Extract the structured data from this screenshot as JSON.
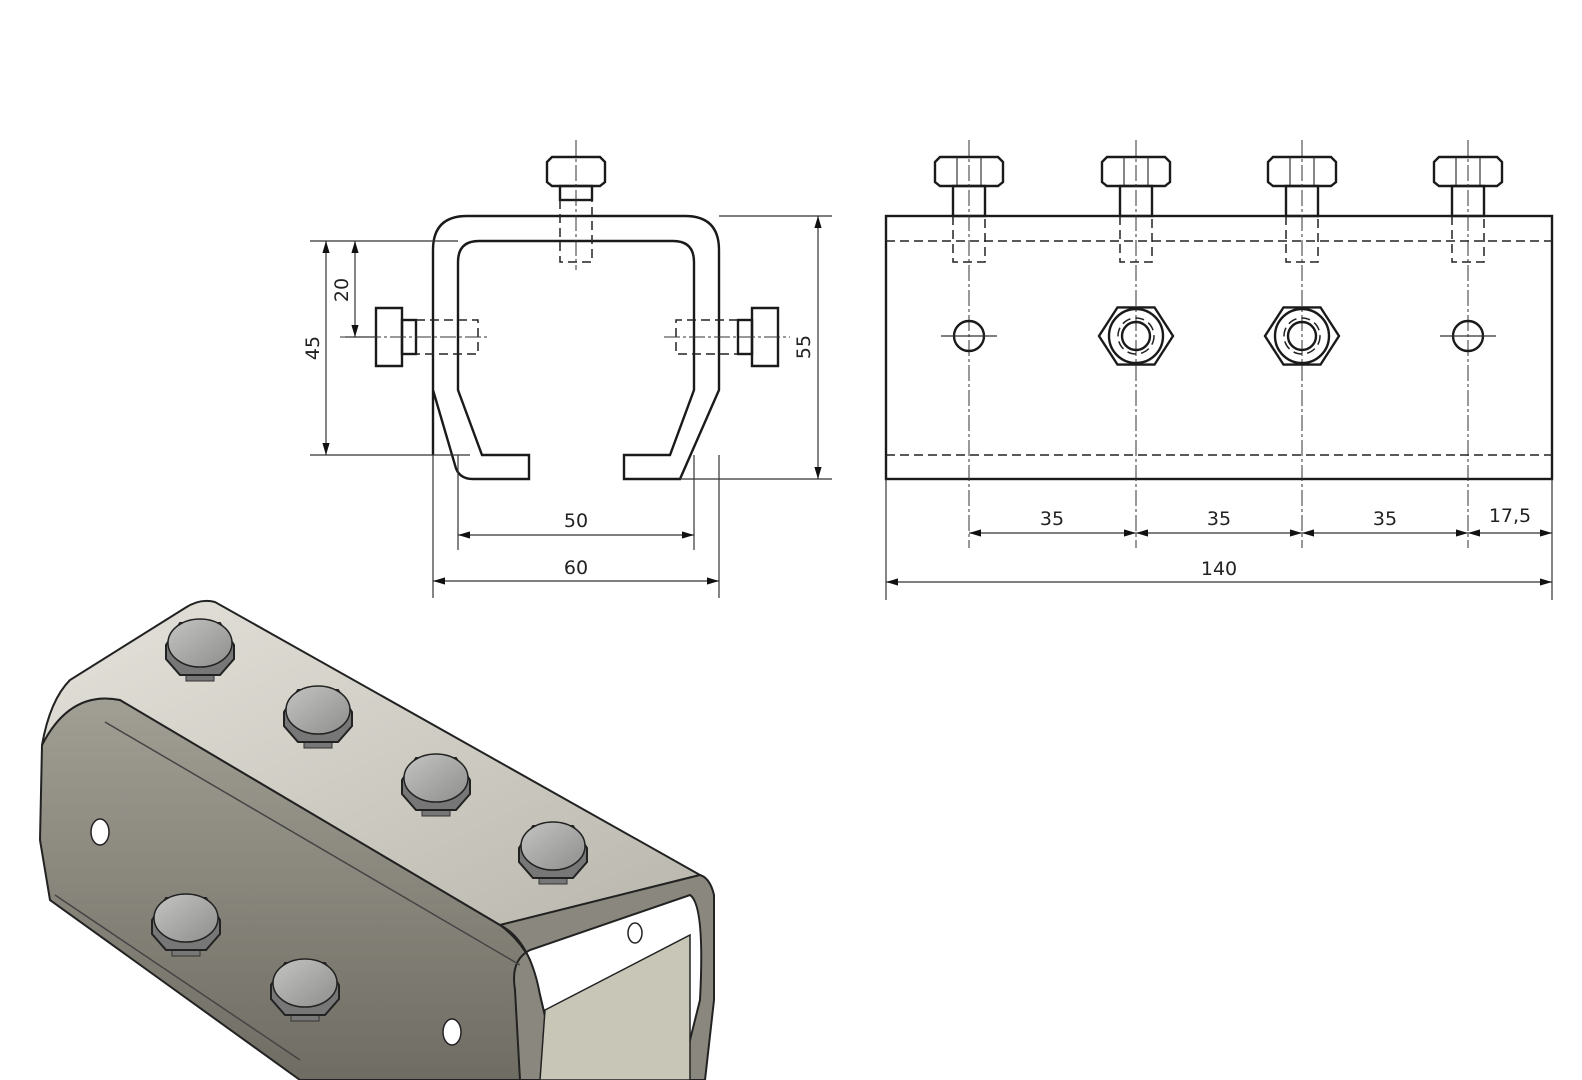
{
  "front_view": {
    "dims": {
      "d20": "20",
      "d45": "45",
      "d55": "55",
      "d50": "50",
      "d60": "60"
    }
  },
  "side_view": {
    "dims": {
      "p1": "35",
      "p2": "35",
      "p3": "35",
      "edge": "17,5",
      "length": "140"
    }
  },
  "colors": {
    "metal_light": "#d8d6cc",
    "metal_dark": "#7d7b70",
    "bolt": "#a8a8a6"
  }
}
